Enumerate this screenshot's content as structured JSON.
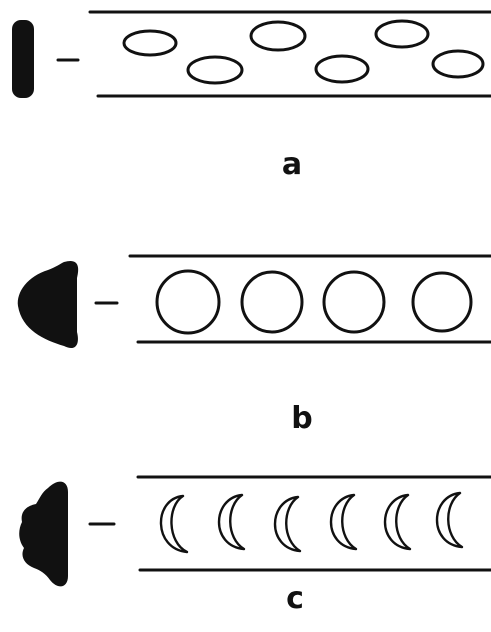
{
  "panels": [
    {
      "label": "a",
      "object_shape": "flat-bar",
      "particle_shape": "ellipse",
      "particle_count": 6
    },
    {
      "label": "b",
      "object_shape": "hemisphere",
      "particle_shape": "circle",
      "particle_count": 4
    },
    {
      "label": "c",
      "object_shape": "hemisphere-with-bumps",
      "particle_shape": "crescent",
      "particle_count": 6
    }
  ],
  "colors": {
    "ink": "#111111",
    "background": "#ffffff"
  }
}
